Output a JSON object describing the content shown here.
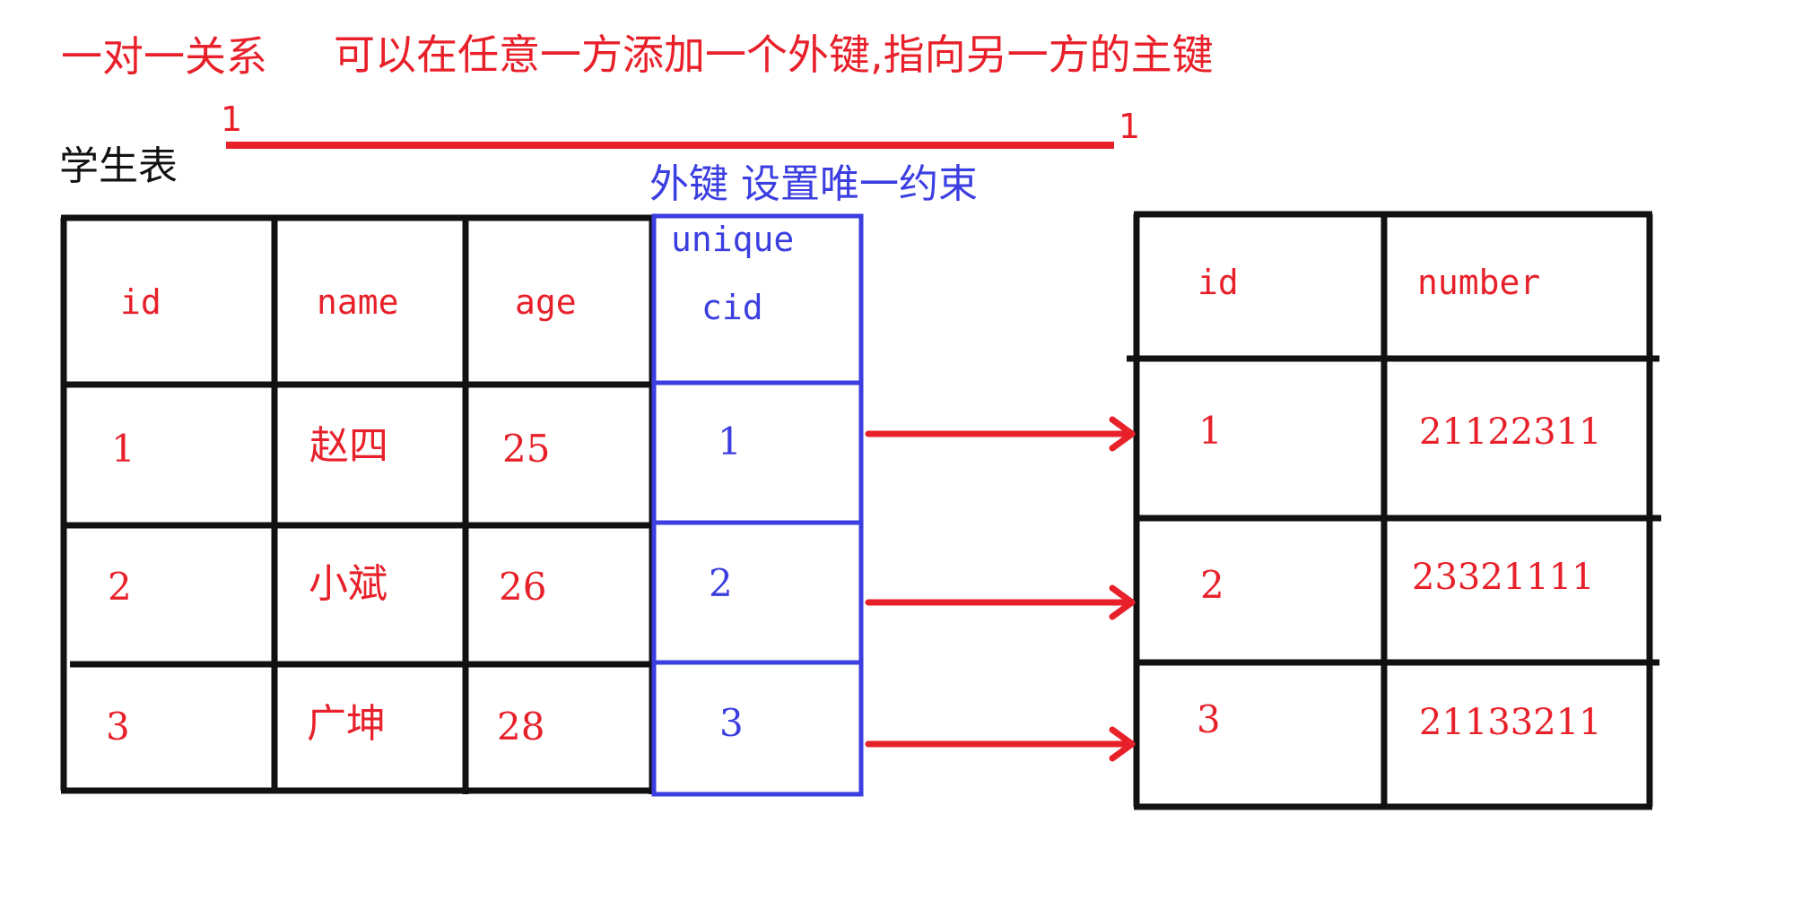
{
  "headings": {
    "relation": "一对一关系",
    "description": "可以在任意一方添加一个外键,指向另一方的主键",
    "student_table_title": "学生表",
    "id_table_title": "身份证表",
    "foreign_key_note": "外键  设置唯一约束",
    "unique_label": "unique"
  },
  "cardinality": {
    "left": "1",
    "right": "1"
  },
  "student_table": {
    "columns": [
      "id",
      "name",
      "age",
      "cid"
    ],
    "rows": [
      [
        "1",
        "赵四",
        "25",
        "1"
      ],
      [
        "2",
        "小斌",
        "26",
        "2"
      ],
      [
        "3",
        "广坤",
        "28",
        "3"
      ]
    ]
  },
  "id_card_table": {
    "columns": [
      "id",
      "number"
    ],
    "rows": [
      [
        "1",
        "21122311"
      ],
      [
        "2",
        "23321111"
      ],
      [
        "3",
        "21133211"
      ]
    ]
  },
  "colors": {
    "red": "#e8202a",
    "blue": "#3b3ee0",
    "black": "#111111"
  }
}
